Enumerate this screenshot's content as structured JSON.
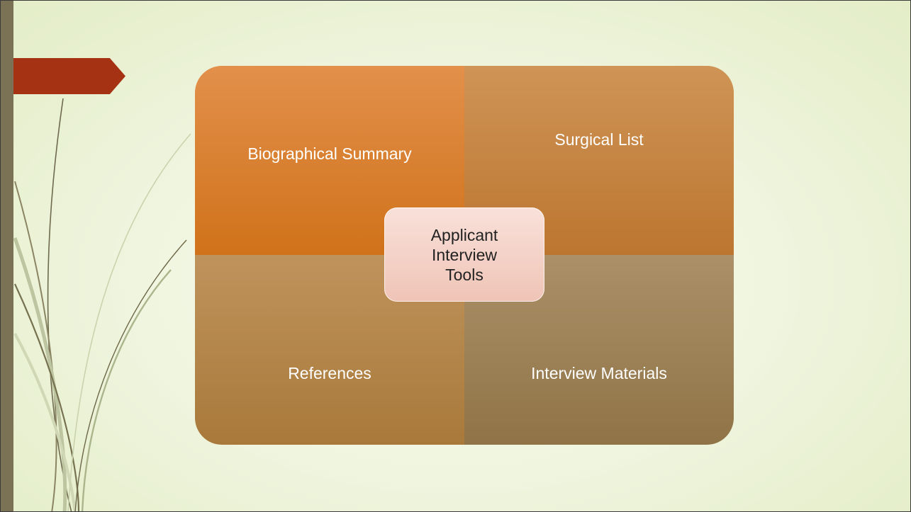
{
  "diagram": {
    "quadrants": {
      "top_left": "Biographical Summary",
      "top_right": "Surgical List",
      "bottom_left": "References",
      "bottom_right": "Interview Materials"
    },
    "center": {
      "lines": [
        "Applicant",
        "Interview",
        "Tools"
      ]
    }
  },
  "colors": {
    "left_bar": "#7b7256",
    "arrow_tab": "#a63214",
    "top_left": "#d98035",
    "top_right": "#c78542",
    "bottom_left": "#b5864b",
    "bottom_right": "#9f8257",
    "center_box": "#f4d3c8"
  }
}
